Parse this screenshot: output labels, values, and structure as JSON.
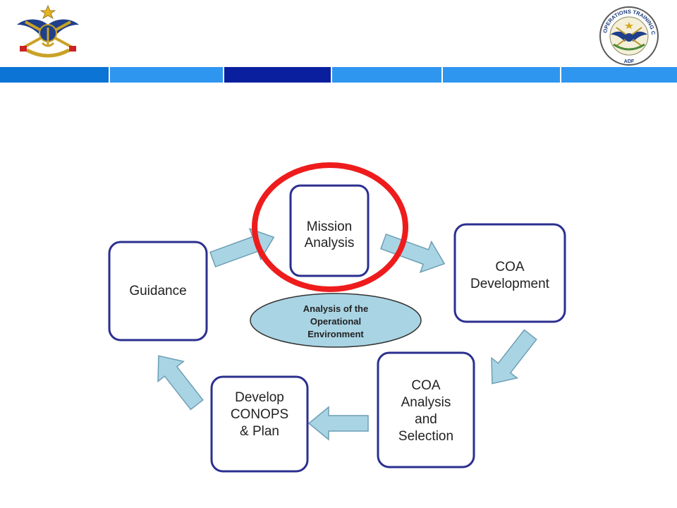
{
  "colors": {
    "band": [
      "#0b74d4",
      "#2f96ef",
      "#0a1f9e",
      "#2f96ef",
      "#2f96ef",
      "#2f96ef"
    ],
    "box_border": "#2b2f8f",
    "arrow_fill": "#a9d4e4",
    "arrow_stroke": "#6e9fb4",
    "oval_fill": "#a9d4e4",
    "highlight": "#ee1c1c"
  },
  "logos": {
    "left": {
      "icon": "adf-crest-icon"
    },
    "right": {
      "icon": "peace-operations-training-centre-seal-icon",
      "ring_text": "PEACE OPERATIONS TRAINING CENTRE",
      "bottom_text": "ADF"
    }
  },
  "diagram": {
    "boxes": {
      "mission": [
        "Mission",
        "Analysis"
      ],
      "coa_dev": [
        "COA",
        "Development"
      ],
      "coa_analysis": [
        "COA",
        "Analysis",
        "and",
        "Selection"
      ],
      "develop": [
        "Develop",
        "CONOPS",
        "& Plan"
      ],
      "guidance": [
        "Guidance"
      ]
    },
    "center": [
      "Analysis of the",
      "Operational",
      "Environment"
    ]
  }
}
